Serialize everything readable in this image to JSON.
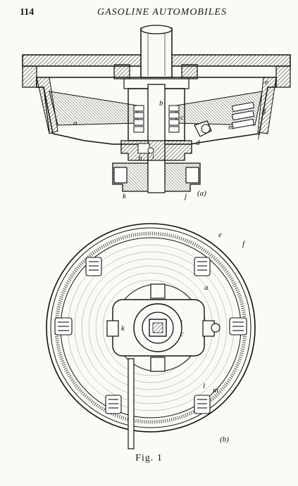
{
  "header": {
    "page_number": "114",
    "running_title": "GASOLINE AUTOMOBILES"
  },
  "figure": {
    "caption": "Fig. 1",
    "view_a": {
      "tag": "(a)",
      "labels": [
        "a",
        "b",
        "c",
        "d",
        "e",
        "f",
        "g",
        "h",
        "i",
        "j",
        "k",
        "m"
      ]
    },
    "view_b": {
      "tag": "(b)",
      "labels": [
        "e",
        "f",
        "a",
        "k",
        "i",
        "c",
        "l",
        "m"
      ]
    }
  },
  "colors": {
    "paper": "#fbfaf6",
    "ink": "#1a1a1a"
  }
}
